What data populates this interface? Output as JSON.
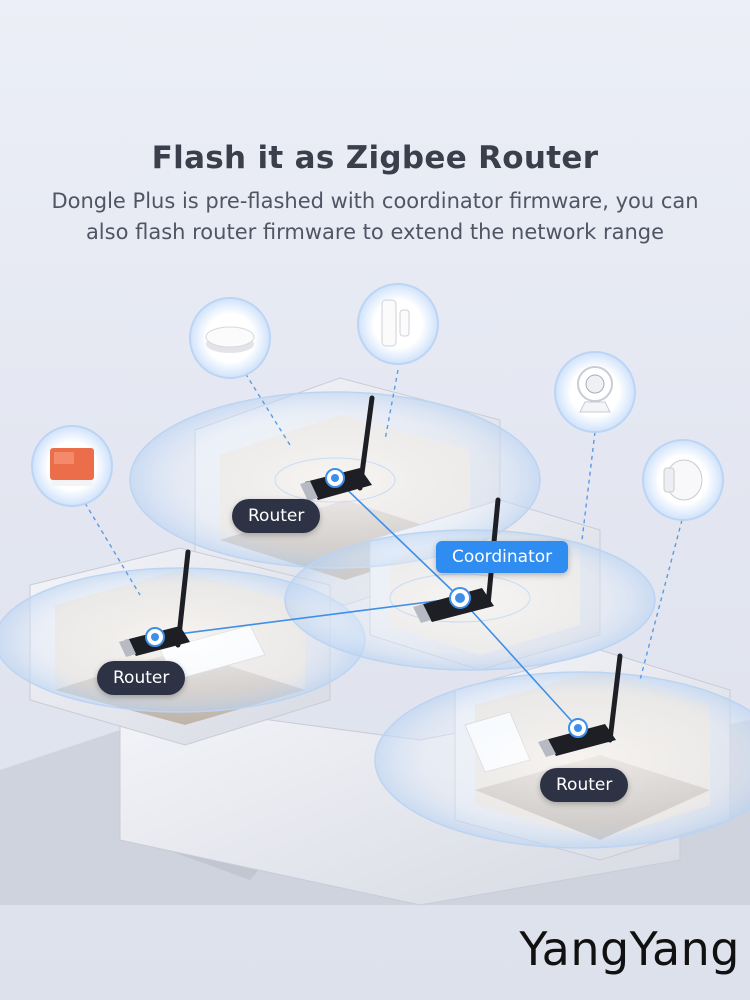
{
  "header": {
    "title": "Flash it as Zigbee Router",
    "subtitle_line1": "Dongle Plus is pre-flashed with coordinator firmware, you can",
    "subtitle_line2": "also flash router firmware to extend the network range"
  },
  "nodes": {
    "router_top": "Router",
    "coordinator": "Coordinator",
    "router_left": "Router",
    "router_right": "Router"
  },
  "devices": [
    "smart-hub-icon",
    "door-sensor-icon",
    "thermostat-icon",
    "motion-sensor-icon",
    "relay-module-icon"
  ],
  "colors": {
    "label_dark": "#2d3345",
    "label_accent": "#2f8cf0",
    "link_line": "#3f8fe8"
  },
  "watermark": "YangYang"
}
